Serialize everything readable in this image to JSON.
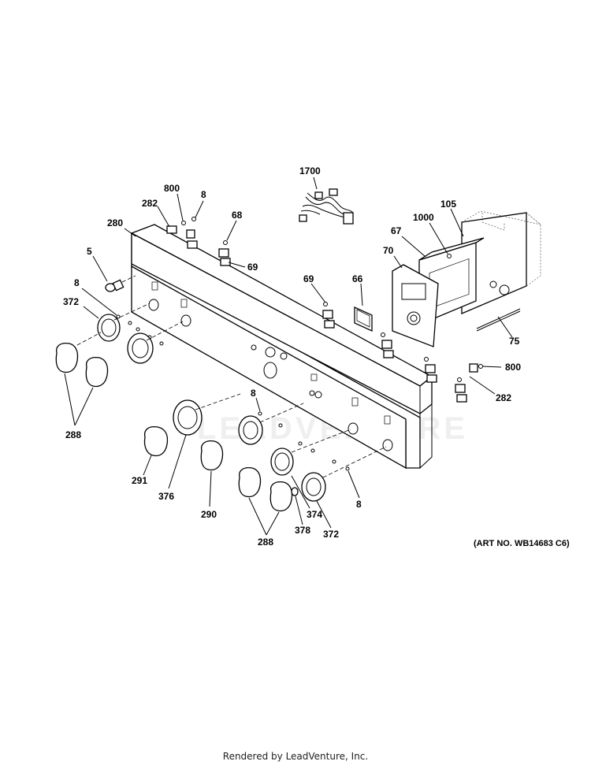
{
  "diagram": {
    "callouts": [
      "1700",
      "800",
      "8",
      "282",
      "68",
      "280",
      "105",
      "1000",
      "67",
      "5",
      "69",
      "70",
      "69",
      "66",
      "8",
      "372",
      "75",
      "800",
      "282",
      "8",
      "288",
      "291",
      "376",
      "290",
      "8",
      "374",
      "288",
      "378",
      "372"
    ],
    "art_number": "(ART NO. WB14683 C6)",
    "watermark": "LEADVENTURE"
  },
  "footer": {
    "text": "Rendered by LeadVenture, Inc."
  }
}
